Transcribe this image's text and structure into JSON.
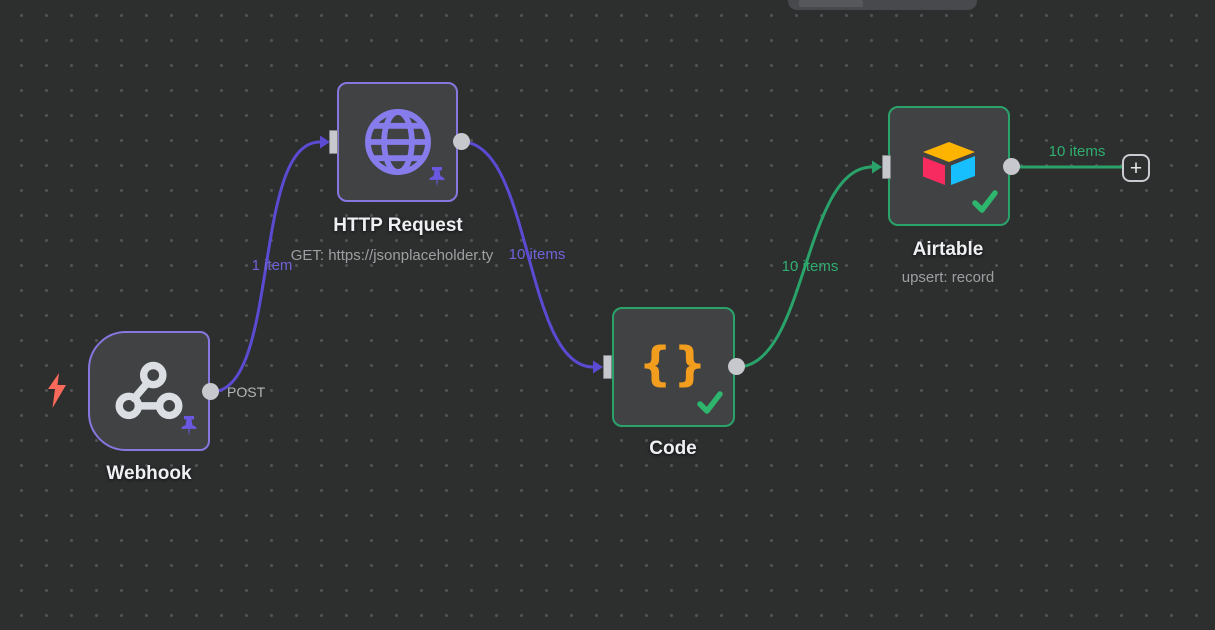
{
  "nodes": {
    "webhook": {
      "title": "Webhook",
      "output_label": "POST",
      "pinned": true
    },
    "http_request": {
      "title": "HTTP Request",
      "subtitle": "GET: https://jsonplaceholder.ty",
      "pinned": true
    },
    "code": {
      "title": "Code",
      "status": "success"
    },
    "airtable": {
      "title": "Airtable",
      "subtitle": "upsert: record",
      "status": "success"
    }
  },
  "connections": {
    "webhook_to_http": {
      "label": "1 item",
      "color": "#5b4bd2"
    },
    "http_to_code": {
      "label": "10 items",
      "color": "#5b4bd2"
    },
    "code_to_airtable": {
      "label": "10 items",
      "color": "#2aa36b"
    },
    "airtable_to_new": {
      "label": "10 items",
      "color": "#2aa36b"
    }
  },
  "add_node_button": {
    "label": "+"
  },
  "icons": [
    "webhook-icon",
    "globe-icon",
    "code-braces-icon",
    "airtable-icon",
    "pin-icon",
    "success-check-icon",
    "lightning-bolt-icon",
    "plus-icon"
  ],
  "colors": {
    "canvas_bg": "#2d2e2e",
    "grid_dot": "#515356",
    "node_bg": "#414244",
    "purple_border": "#8577de",
    "green_border": "#2aa36b",
    "purple_wire": "#5b4bd2",
    "green_wire": "#2aa36b",
    "purple_label": "#6f63d8",
    "green_label": "#2fae6f",
    "title_text": "#eef0f3",
    "subtitle_text": "#9da0a3",
    "endpoint_gray": "#c6c8cd",
    "bolt_red": "#fa6a5b",
    "pin_purple": "#6a58e0",
    "check_green": "#2fb66e",
    "braces_orange": "#f39d1e",
    "airtable_yellow": "#fcb400",
    "airtable_red": "#f82b60",
    "airtable_blue": "#18bfff"
  }
}
